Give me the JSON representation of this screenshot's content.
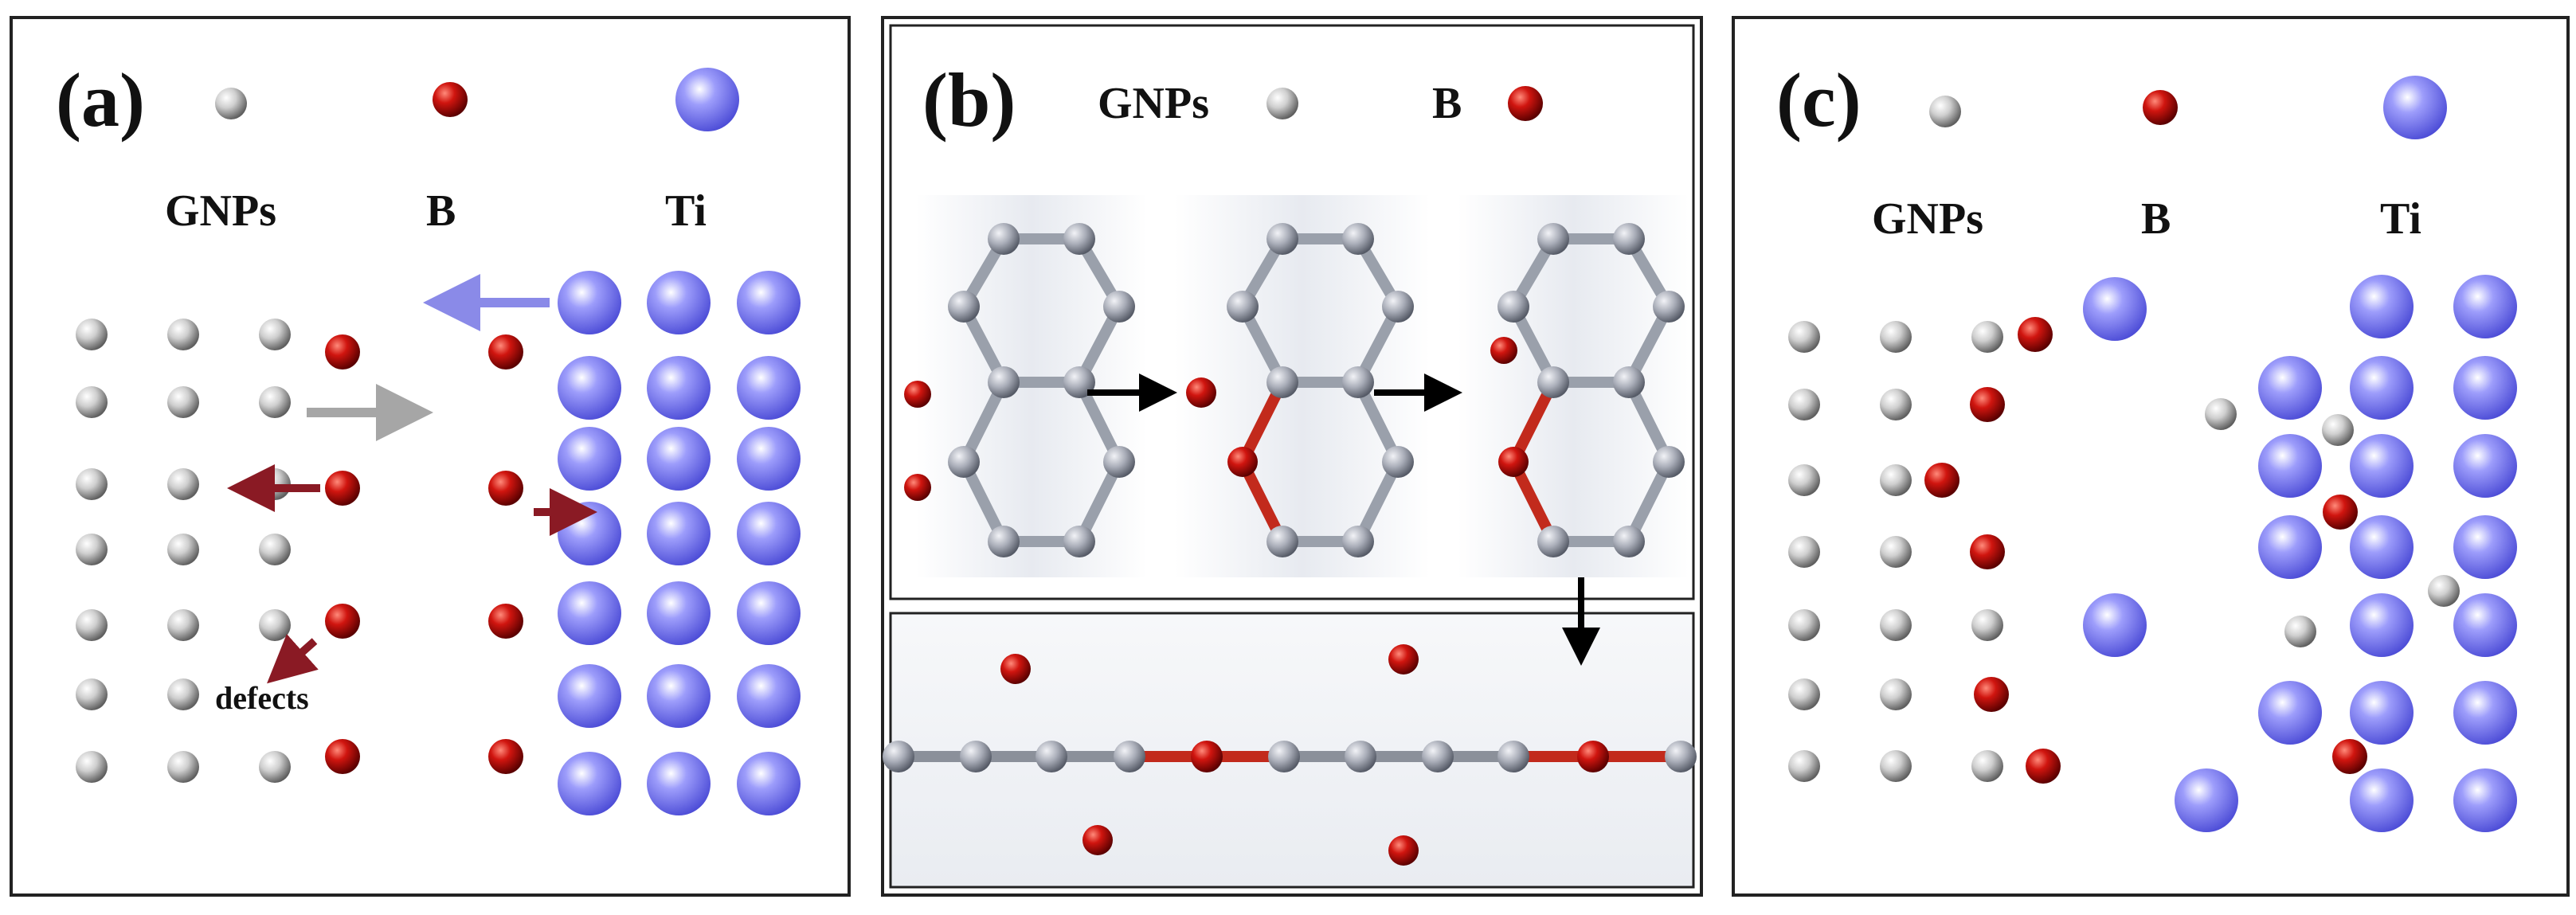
{
  "panels": {
    "a": {
      "letter": "(a)",
      "legend": {
        "gnps": "GNPs",
        "b": "B",
        "ti": "Ti"
      },
      "annotation": "defects"
    },
    "b": {
      "letter": "(b)",
      "legend": {
        "gnps": "GNPs",
        "b": "B"
      }
    },
    "c": {
      "letter": "(c)",
      "legend": {
        "gnps": "GNPs",
        "b": "B",
        "ti": "Ti"
      }
    }
  },
  "colors": {
    "gnp_atom": "#b9b9b9",
    "boron_atom": "#c4120e",
    "ti_atom": "#7c7cf0",
    "arrow_ti": "#8a8ae8",
    "arrow_gnp": "#a6a6a6",
    "arrow_b": "#8a1a24",
    "bond": "#9aa0ab",
    "boron_bond": "#c22a1c"
  }
}
